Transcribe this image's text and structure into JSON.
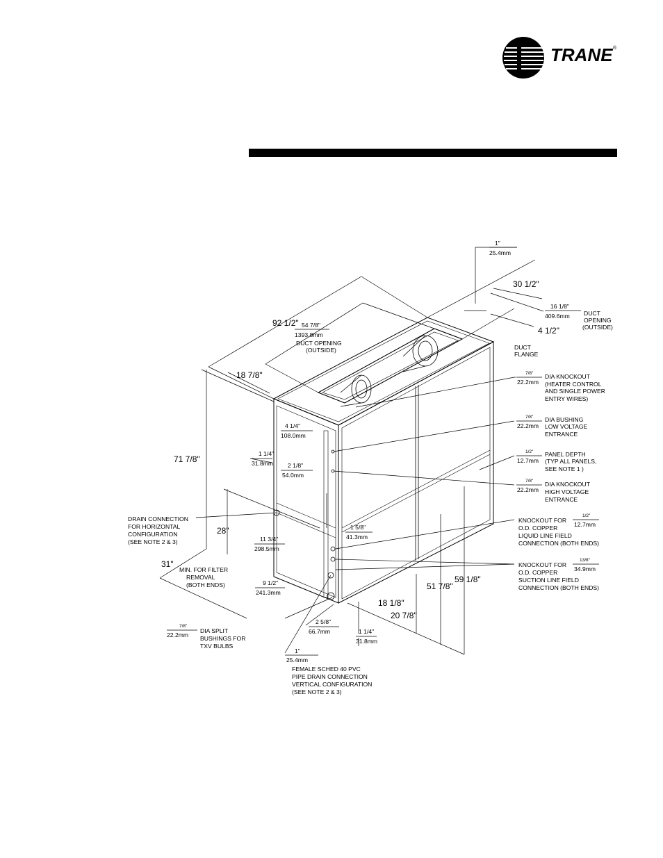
{
  "brand": {
    "name": "TRANE",
    "reg": "®"
  },
  "dims": {
    "d1in": "1\"",
    "d1mm": "25.4mm",
    "d30": "30 1/2\"",
    "d16in": "16 1/8\"",
    "d16mm": "409.6mm",
    "duct_open_r": [
      "DUCT",
      "OPENING",
      "(OUTSIDE)"
    ],
    "d4": "4 1/2\"",
    "d92": "92 1/2\"",
    "d54in": "54 7/8\"",
    "d54mm": "1393.8mm",
    "duct_open_c": [
      "DUCT OPENING",
      "(OUTSIDE)"
    ],
    "duct_flange": [
      "DUCT",
      "FLANGE"
    ],
    "d18": "18 7/8\"",
    "d71": "71 7/8\"",
    "d4in": "4 1/4\"",
    "d4mm": "108.0mm",
    "d1qin": "1 1/4\"",
    "d1qmm": "31.8mm",
    "d2in": "2 1/8\"",
    "d2mm": "54.0mm",
    "d28": "28\"",
    "d11in": "11 3/4\"",
    "d11mm": "298.5mm",
    "d15in": "1 5/8\"",
    "d15mm": "41.3mm",
    "d31": "31\"",
    "d9in": "9 1/2\"",
    "d9mm": "241.3mm",
    "d181": "18 1/8\"",
    "d51": "51 7/8\"",
    "d59": "59 1/8\"",
    "d207": "20 7/8\"",
    "d23in": "2 5/8\"",
    "d23mm": "66.7mm",
    "d114in": "1 1/4\"",
    "d114mm": "31.8mm",
    "d78in": "7/8\"",
    "d78mm": "22.2mm",
    "d1b_in": "1\"",
    "d1b_mm": "25.4mm"
  },
  "notes": {
    "k1_in": "7/8\"",
    "k1_mm": "22.2mm",
    "k1": [
      "DIA KNOCKOUT",
      "(HEATER CONTROL",
      "AND SINGLE POWER",
      "ENTRY WIRES)"
    ],
    "k2_in": "7/8\"",
    "k2_mm": "22.2mm",
    "k2": [
      "DIA BUSHING",
      "LOW VOLTAGE",
      "ENTRANCE"
    ],
    "k3_in": "1/2\"",
    "k3_mm": "12.7mm",
    "k3": [
      "PANEL DEPTH",
      "(TYP ALL PANELS,",
      " SEE NOTE 1 )"
    ],
    "k4_in": "7/8\"",
    "k4_mm": "22.2mm",
    "k4": [
      "DIA KNOCKOUT",
      "HIGH VOLTAGE",
      "ENTRANCE"
    ],
    "k5_head": "KNOCKOUT FOR",
    "k5_in": "1/2\"",
    "k5_mm": "12.7mm",
    "k5": [
      "O.D. COPPER",
      "LIQUID LINE FIELD",
      "CONNECTION (BOTH ENDS)"
    ],
    "k6_head": "KNOCKOUT FOR",
    "k6_in": "13/8\"",
    "k6_mm": "34.9mm",
    "k6": [
      "O.D. COPPER",
      "SUCTION LINE FIELD",
      "CONNECTION (BOTH ENDS)"
    ],
    "drain_h": [
      "DRAIN CONNECTION",
      "FOR HORIZONTAL",
      "CONFIGURATION",
      "(SEE NOTE 2 & 3)"
    ],
    "filter": [
      "MIN. FOR FILTER",
      "REMOVAL",
      "(BOTH ENDS)"
    ],
    "split": [
      "DIA SPLIT",
      "BUSHINGS FOR",
      "TXV BULBS"
    ],
    "drain_v": [
      "FEMALE SCHED 40 PVC",
      "PIPE DRAIN CONNECTION",
      "VERTICAL CONFIGURATION",
      "(SEE NOTE 2 & 3)"
    ]
  }
}
